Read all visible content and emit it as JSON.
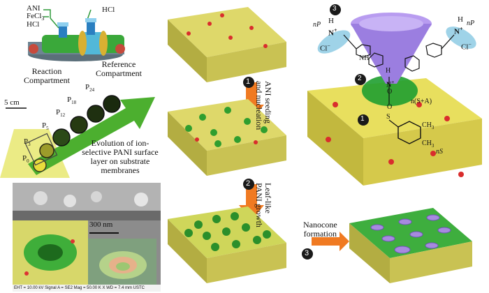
{
  "setup": {
    "reagents": [
      "ANI",
      "FeCl",
      "3",
      "HCl"
    ],
    "hcl_right": "HCl",
    "reaction_label": [
      "Reaction",
      "Compartment"
    ],
    "reference_label": [
      "Reference",
      "Compartment"
    ]
  },
  "photos": {
    "scale": "5 cm",
    "labels": [
      "P",
      "0",
      "P",
      "3",
      "P",
      "5",
      "P",
      "12",
      "P",
      "18",
      "P",
      "24"
    ],
    "caption": [
      "Evolution of ion-",
      "selective PANI surface",
      "layer on substrate",
      "membranes"
    ]
  },
  "sem": {
    "scale": "300 nm",
    "footer": "EHT = 10.00 kV    Signal A = SE2    Mag = 50.00 K X   WD = 7.4 mm   USTC"
  },
  "steps": [
    {
      "badge": "1",
      "text": [
        "ANI seeding",
        "and nucleation"
      ]
    },
    {
      "badge": "2",
      "text": [
        "Leaf-like",
        "PANI growth"
      ]
    },
    {
      "badge": "3",
      "text": [
        "Nanocone",
        "formation"
      ]
    }
  ],
  "chem": {
    "badges": [
      "3",
      "2",
      "1"
    ],
    "h_left": "H",
    "n_left": "N",
    "plus": "+",
    "cl_left": "Cl",
    "minus": "−",
    "np_left": "nP",
    "h_right": "H",
    "n_right": "N",
    "cl_right": "Cl",
    "np_right": "nP",
    "nh": "NH",
    "h_center": "H",
    "n_center": "N",
    "o1": "O",
    "o2": "O",
    "s": "S",
    "n_sa": "n(S+A)",
    "ch3_top": "CH",
    "ch3_bottom": "CH",
    "three": "3",
    "ns": "nS"
  }
}
